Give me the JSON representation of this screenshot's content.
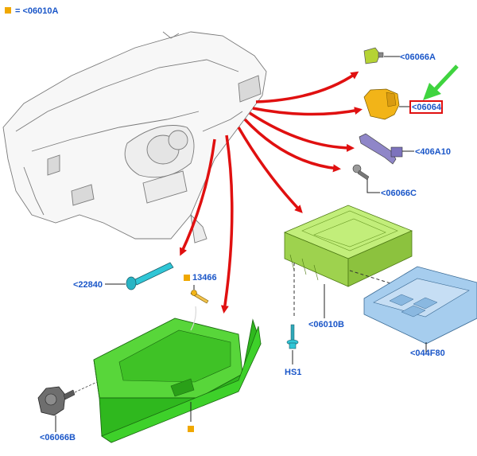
{
  "legend": {
    "marker_color": "#f0a800",
    "text": "= <06010A"
  },
  "callouts": {
    "06066A": "<06066A",
    "06064": "<06064",
    "406A10": "<406A10",
    "06066C": "<06066C",
    "22840": "<22840",
    "13466": "13466",
    "06010B": "<06010B",
    "044F80": "<044F80",
    "HS1": "HS1",
    "06066B": "<06066B"
  },
  "colors": {
    "callout_text": "#1a56c8",
    "arrow_red": "#e01010",
    "highlight_green": "#3fd43f",
    "glovebox_green": "#3ed12a",
    "module_green": "#a6e35a",
    "bracket_blue": "#9cc8ec",
    "cyan_part": "#2fc6d6",
    "selected_box": "#e01010"
  },
  "icons": {
    "legend_marker": "orange-square-icon",
    "glovebox_marker": "orange-square-icon",
    "pointer": "green-arrow-icon"
  }
}
